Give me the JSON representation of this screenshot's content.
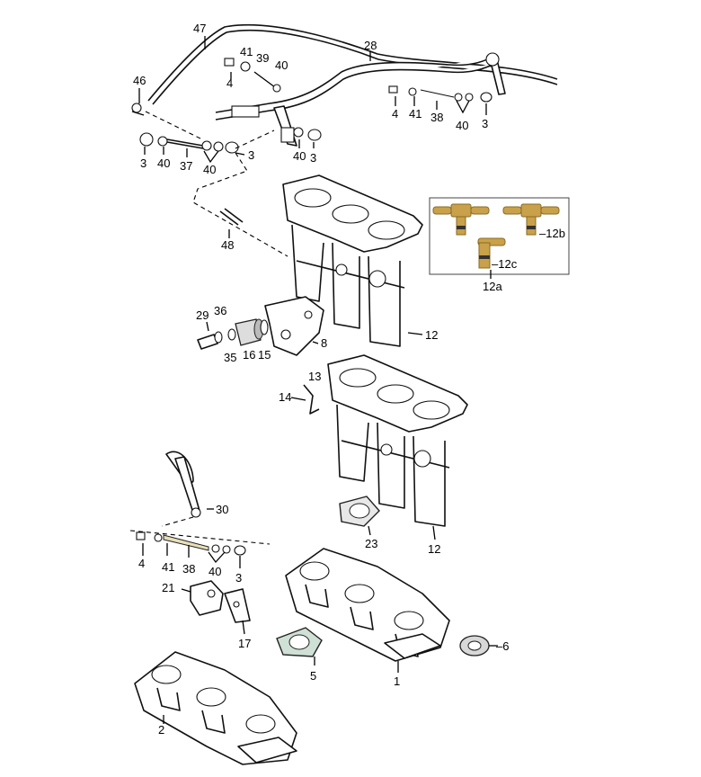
{
  "callouts": {
    "c47": "47",
    "c28": "28",
    "c46": "46",
    "c41a": "41",
    "c39": "39",
    "c40a": "40",
    "c4a": "4",
    "c4b": "4",
    "c41b": "41",
    "c38a": "38",
    "c40b": "40",
    "c3a": "3",
    "c3b": "3",
    "c40c": "40",
    "c37": "37",
    "c40d": "40",
    "c3c": "3",
    "c40e": "40",
    "c3d": "3",
    "c48": "48",
    "c12b": "–12b",
    "c12c": "–12c",
    "c12a": "12a",
    "c12x": "12",
    "c29": "29",
    "c36": "36",
    "c35": "35",
    "c16": "16",
    "c15": "15",
    "c8": "8",
    "c13": "13",
    "c14": "14",
    "c12y": "12",
    "c30": "30",
    "c23": "23",
    "c4c": "4",
    "c41c": "41",
    "c38b": "38",
    "c40f": "40",
    "c3e": "3",
    "c21": "21",
    "c17": "17",
    "c5": "5",
    "c1": "1",
    "c6": "–6",
    "c2": "2"
  },
  "colors": {
    "brass": "#c9a14a",
    "brass_dark": "#8a6a22",
    "washer": "#d8d8d8"
  }
}
